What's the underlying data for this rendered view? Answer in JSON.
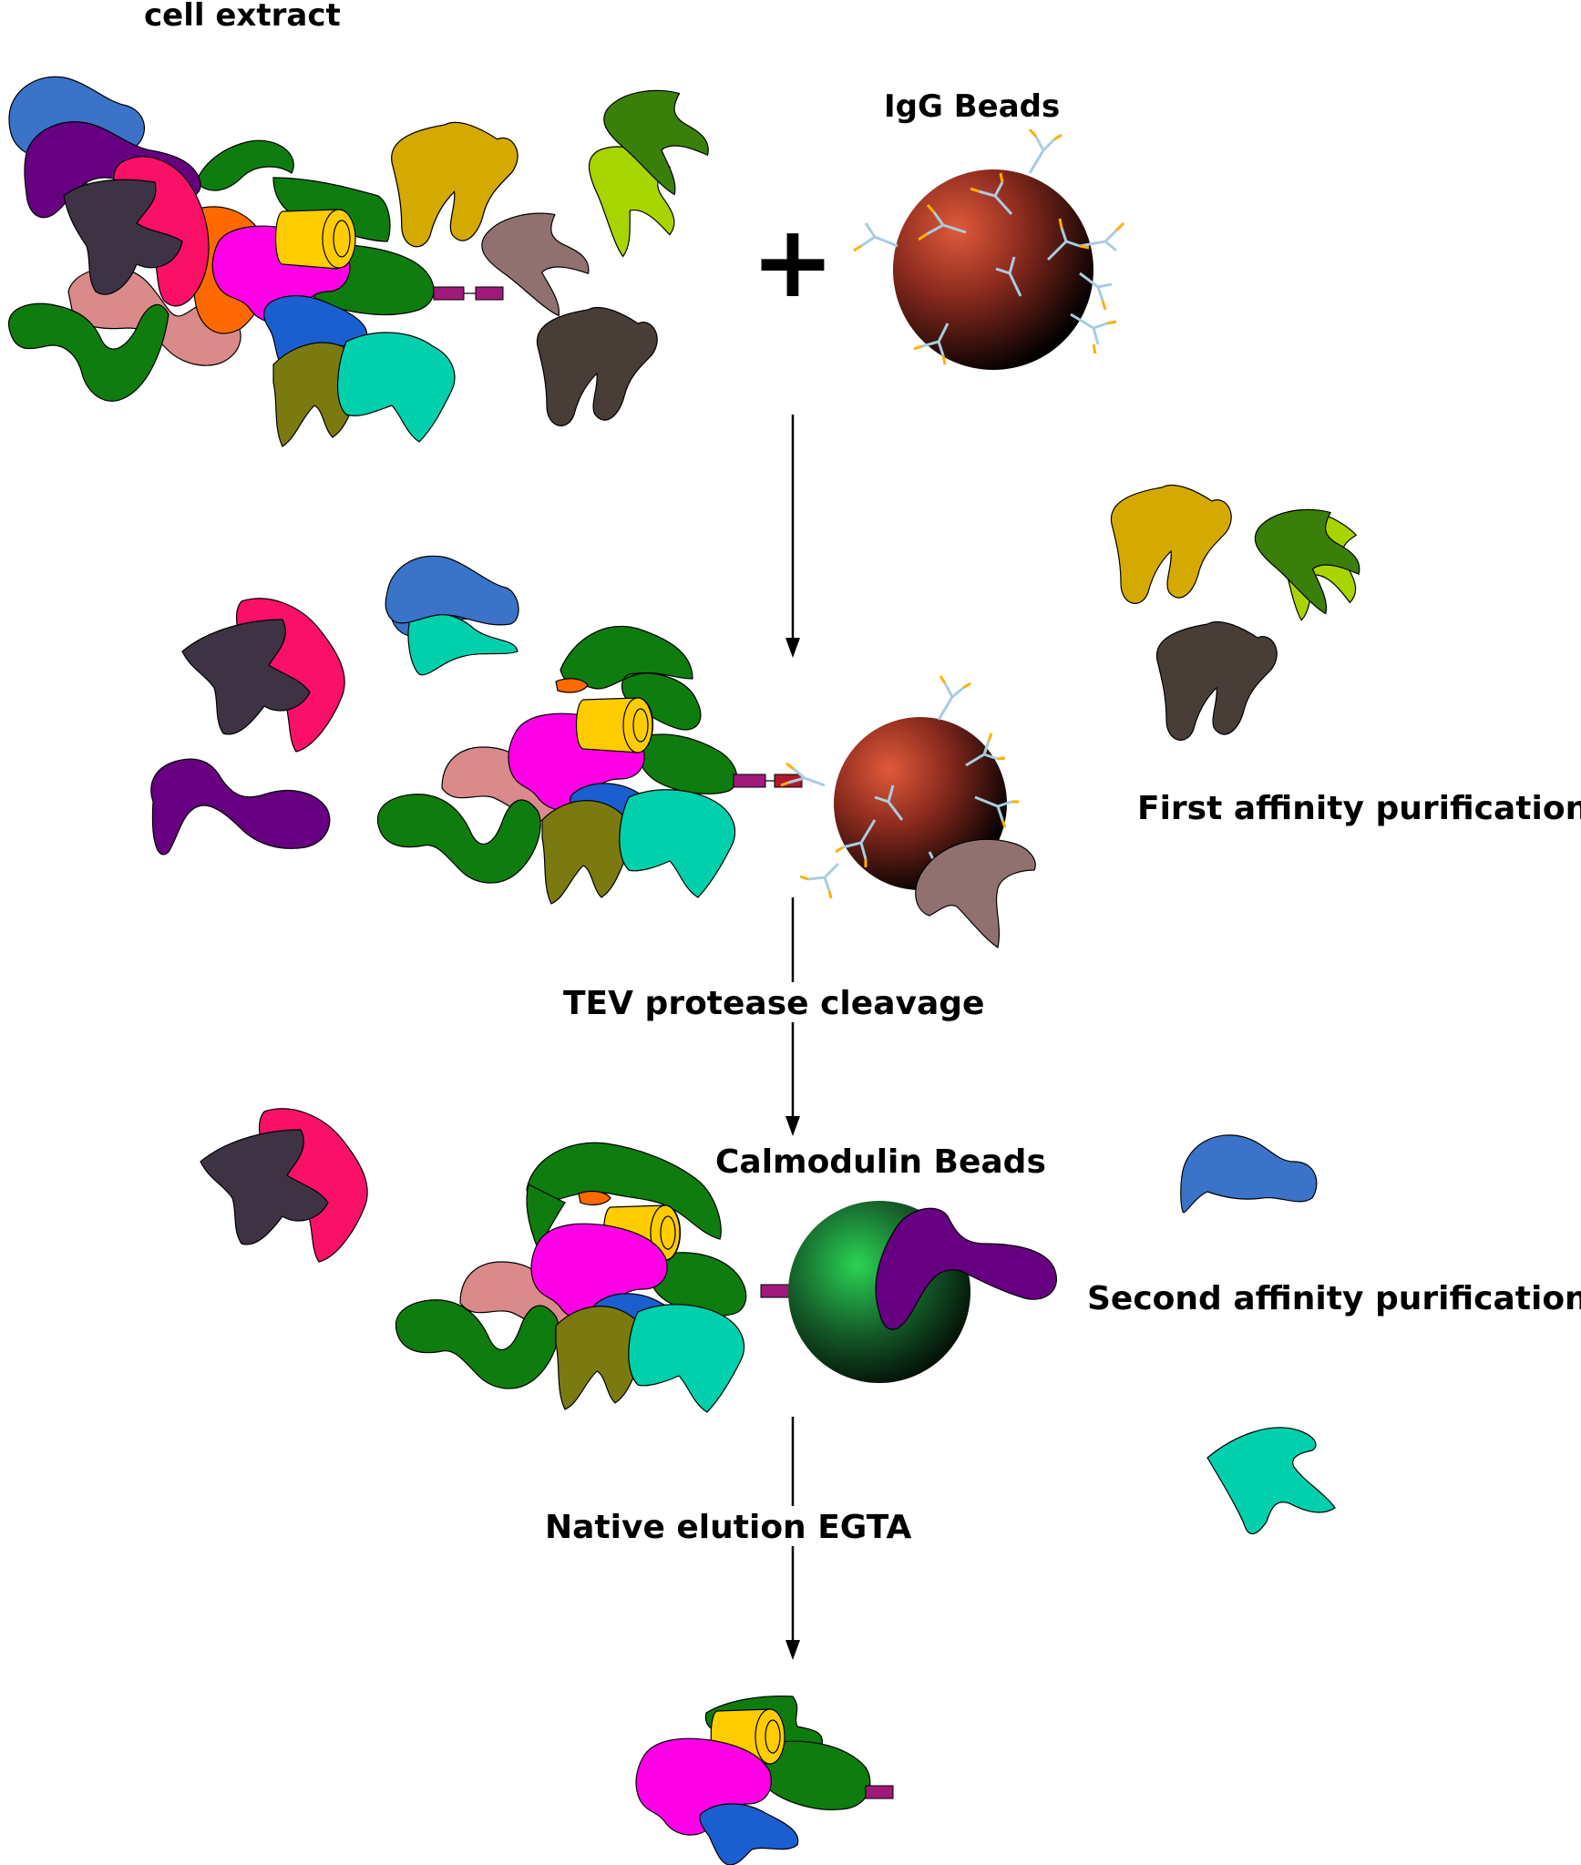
{
  "labels": {
    "cell_extract": "cell extract",
    "igg_beads": "IgG Beads",
    "plus": "+",
    "first_affinity": "First affinity purification",
    "tev": "TEV protease cleavage",
    "calmodulin_beads": "Calmodulin Beads",
    "second_affinity": "Second affinity purification",
    "native_elution": "Native elution EGTA"
  },
  "colors": {
    "green": "#0f7c0f",
    "olive_green": "#3a7f0a",
    "lime": "#a8d400",
    "mustard": "#d4aa00",
    "taupe": "#917170",
    "dark_brown": "#483e37",
    "dark_slate": "#3d3344",
    "hot_pink": "#fa1167",
    "magenta": "#ff00e6",
    "purple": "#660080",
    "blue": "#3a73c8",
    "royal_blue": "#1a5ed0",
    "teal": "#00d0ab",
    "khaki": "#7a7a10",
    "salmon": "#da8a8a",
    "orange": "#ff6a00",
    "yellow": "#ffcc00",
    "tag": "#a01a7a",
    "igg_bead": "#8a2a1e",
    "calmodulin_bead": "#1e8a3a"
  }
}
